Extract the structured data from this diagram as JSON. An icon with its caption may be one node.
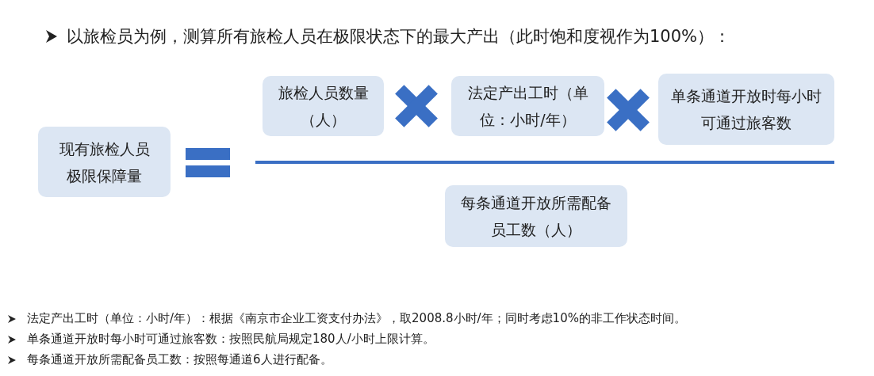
{
  "diagram": {
    "title": "以旅检员为例，测算所有旅检人员在极限状态下的最大产出（此时饱和度视作为100%）：",
    "nodes": [
      {
        "text": [
          "现有旅检人员极限保障量"
        ]
      },
      {
        "text": [
          "旅检人员数量（人）"
        ]
      },
      {
        "text": [
          "法定产出工时（单位：小时/年）"
        ]
      },
      {
        "text": [
          "单条通道开放时每小时可通过旅客数"
        ]
      },
      {
        "text": [
          "每条通道开放所需配备员工数（人）"
        ]
      }
    ],
    "labels": [
      "法定产出工时（单位：小时/年）：根据《南京市企业工资支付办法》，取2008.8小时/年；同时考虑10%的非工作状态时间。",
      "单条通道开放时每小时可通过旅客数：按照民航局规定180人/小时上限计算。",
      "每条通道开放所需配备员工数：按照每通道6人进行配备。"
    ]
  }
}
